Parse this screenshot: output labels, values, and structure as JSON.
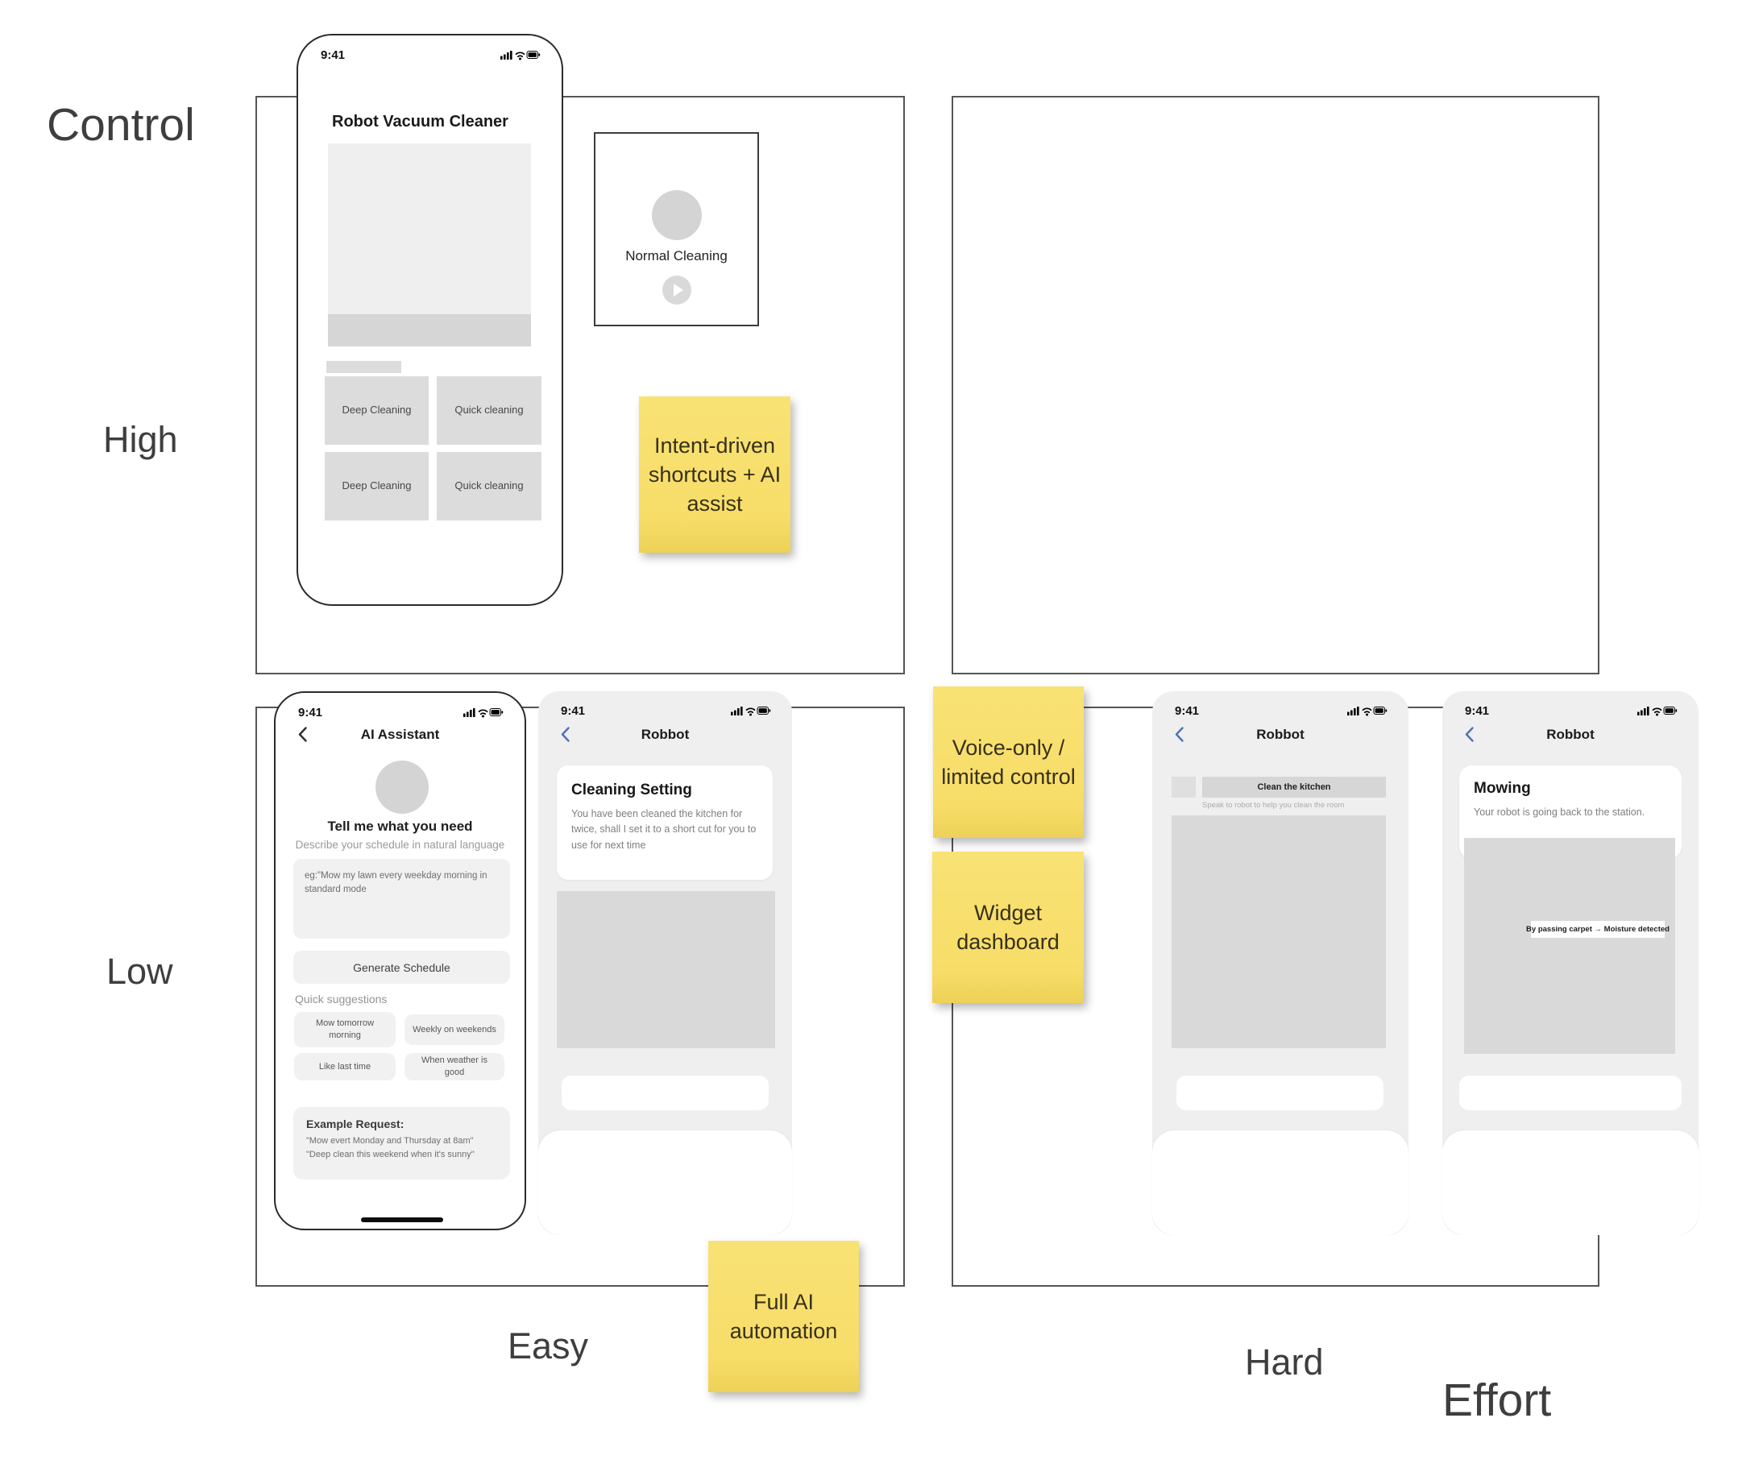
{
  "labels": {
    "control": "Control",
    "high": "High",
    "low": "Low",
    "easy": "Easy",
    "hard": "Hard",
    "effort": "Effort"
  },
  "status_time": "9:41",
  "vacuum": {
    "title": "Robot Vacuum Cleaner",
    "buttons": [
      "Deep Cleaning",
      "Quick cleaning",
      "Deep Cleaning",
      "Quick cleaning"
    ]
  },
  "normal_card": {
    "title": "Normal Cleaning"
  },
  "assistant": {
    "title": "AI Assistant",
    "heading": "Tell me what you need",
    "subheading": "Describe your schedule in natural language",
    "input_placeholder": "eg:\"Mow my lawn every weekday morning in standard mode",
    "generate_button": "Generate Schedule",
    "suggestions_label": "Quick suggestions",
    "chips": [
      "Mow tomorrow morning",
      "Weekly on weekends",
      "Like last time",
      "When weather is good"
    ],
    "example_title": "Example Request:",
    "example_lines": [
      "\"Mow evert Monday and Thursday at 8am\"",
      "\"Deep clean this weekend when it's sunny\""
    ]
  },
  "robbot_cleaning": {
    "title": "Robbot",
    "card_title": "Cleaning Setting",
    "card_body": "You have been cleaned the kitchen for twice, shall I set it to a short cut for you to use for next time"
  },
  "robbot_kitchen": {
    "title": "Robbot",
    "command": "Clean the kitchen",
    "hint": "Speak to robot to help you clean the room"
  },
  "robbot_mowing": {
    "title": "Robbot",
    "card_title": "Mowing",
    "card_body": "Your robot is going back to the station.",
    "overlay_label": "By passing carpet → Moisture detected"
  },
  "stickies": {
    "intent": "Intent-driven shortcuts + AI assist",
    "voice": "Voice-only / limited control",
    "widget": "Widget dashboard",
    "full_ai": "Full AI automation"
  },
  "colors": {
    "sticky_yellow": "#F8E06E",
    "chevron_blue": "#4A72B8",
    "placeholder_light": "#EFEFEF",
    "placeholder_mid": "#D9D9D9"
  }
}
